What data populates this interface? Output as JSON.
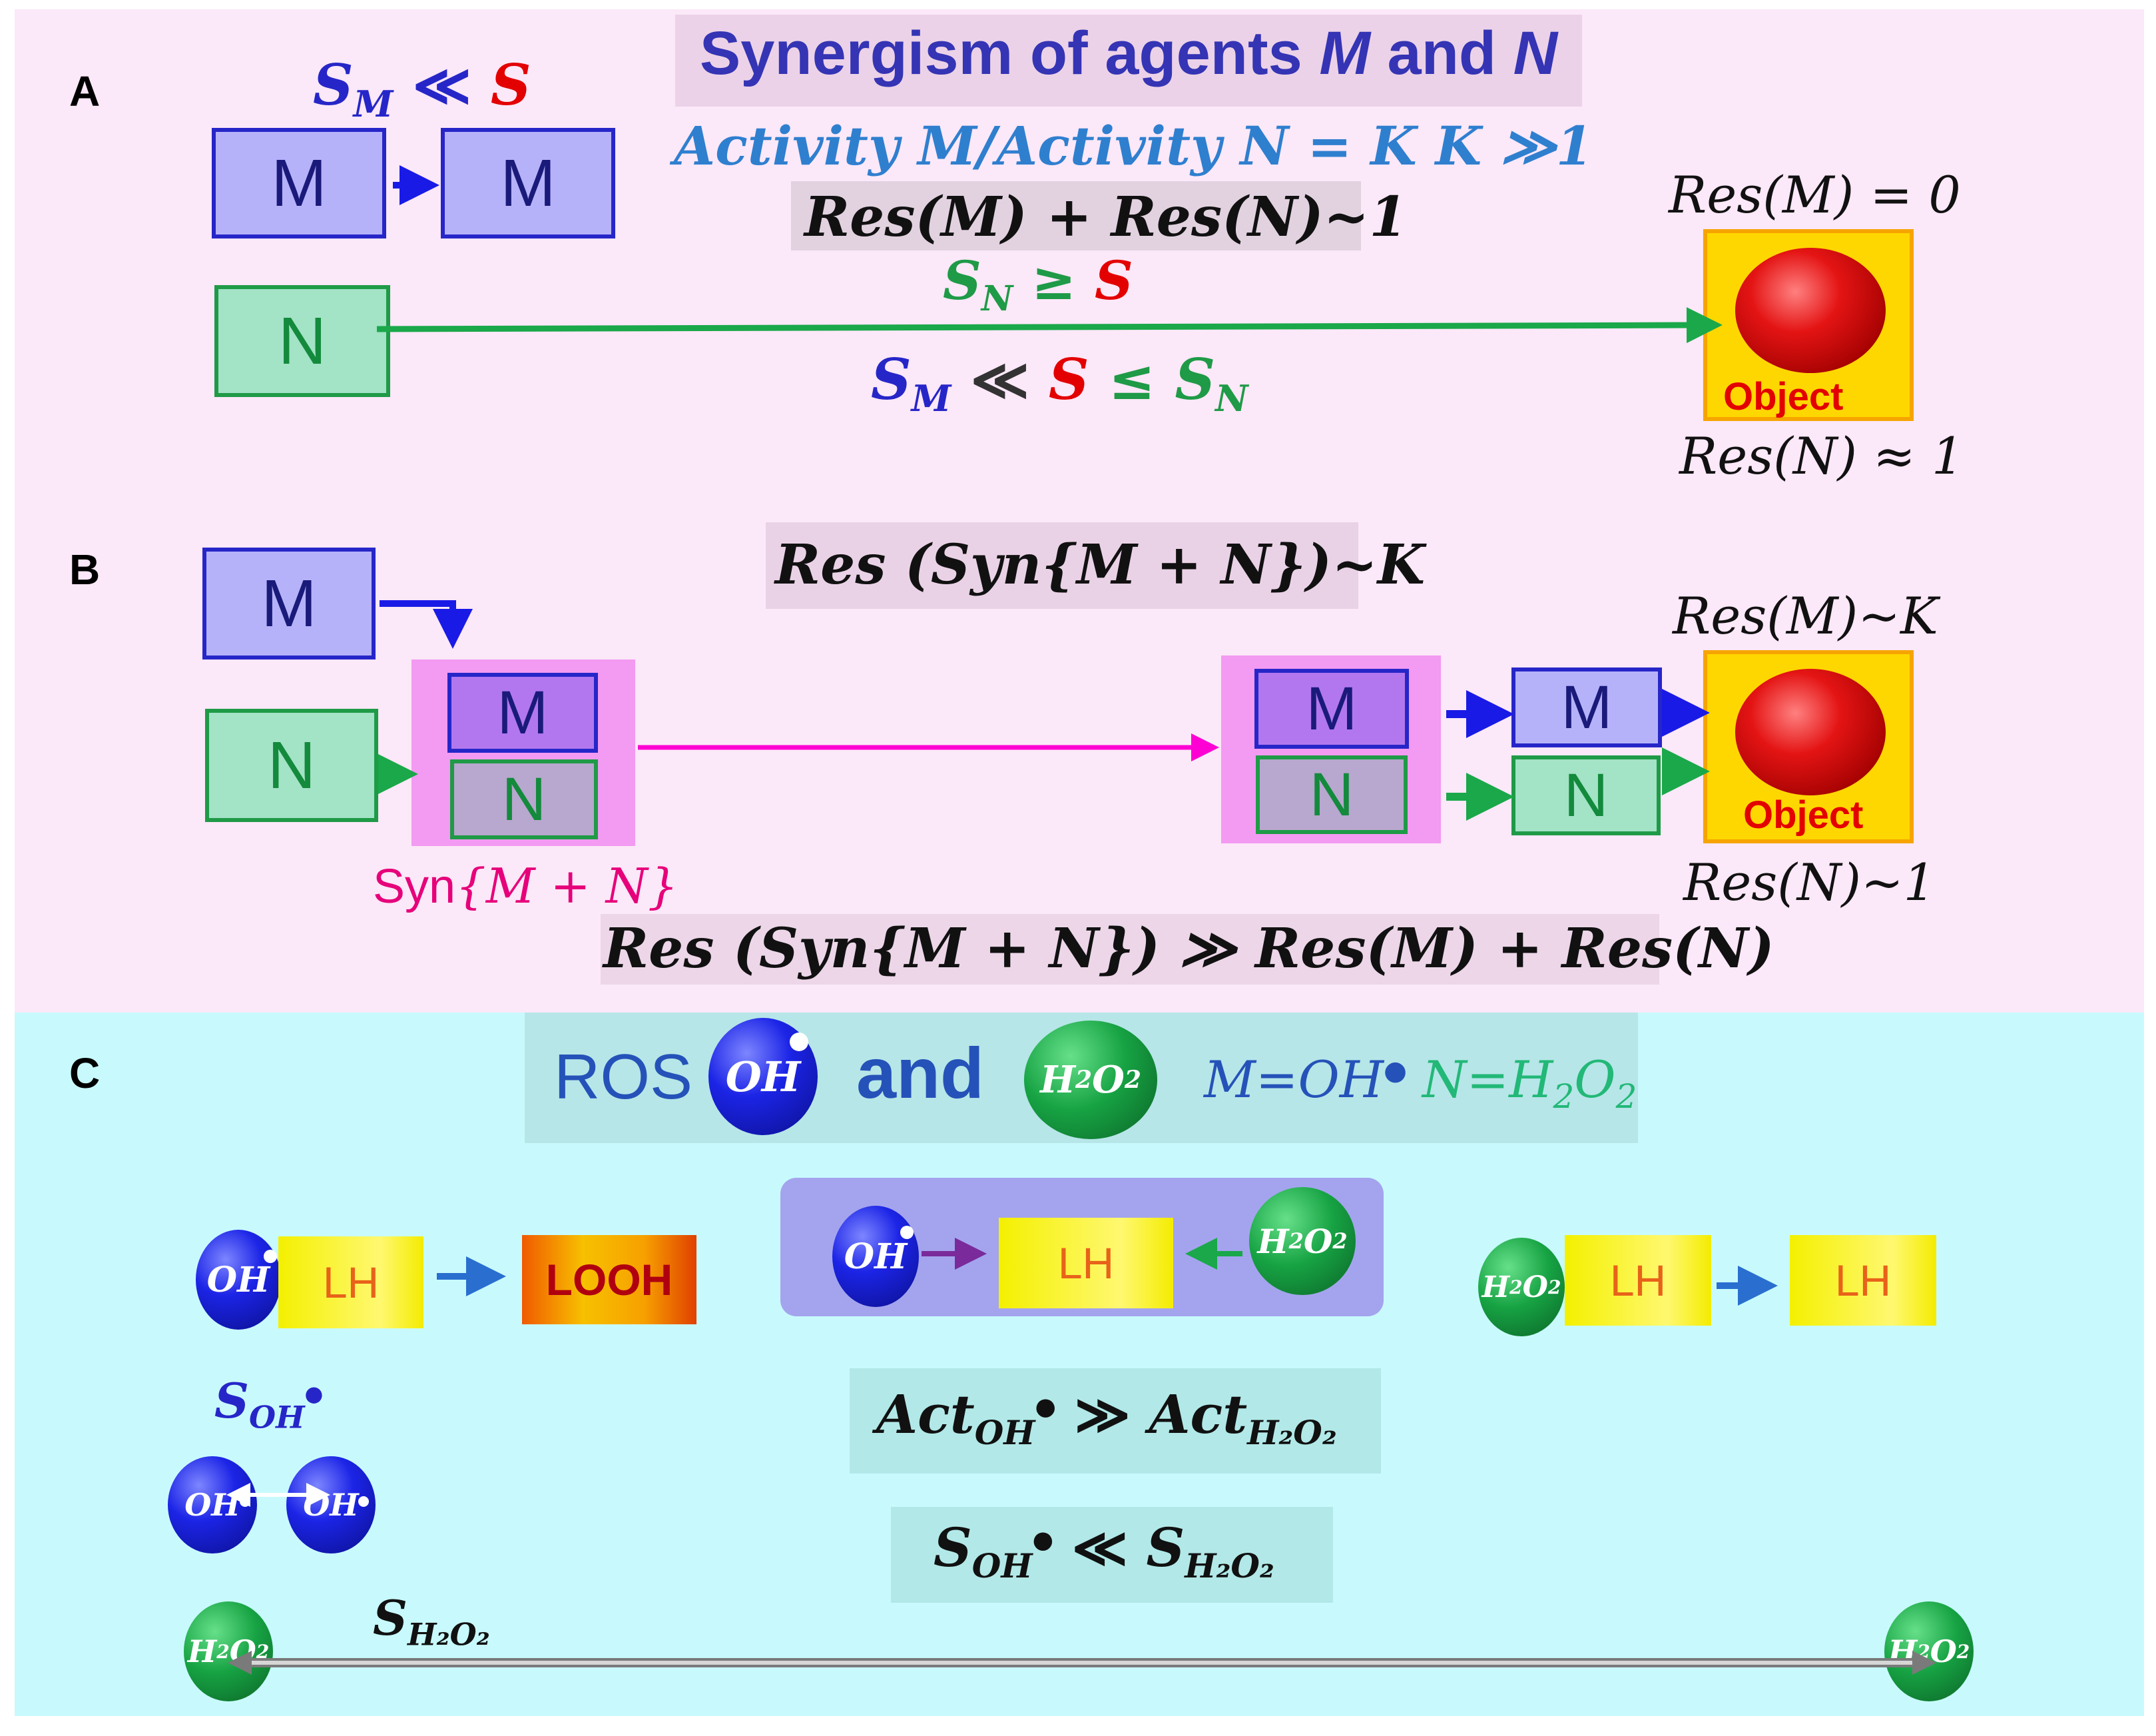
{
  "panel_a": {
    "label": "A",
    "title_pre": "Synergism of agents ",
    "title_m": "M",
    "title_and": " and ",
    "title_n": "N",
    "sm_ll_s_sm": "S",
    "sm_ll_s_sub": "M",
    "sm_ll_s_op": " ≪ ",
    "sm_ll_s_s": "S",
    "m_box_1": "M",
    "m_box_2": "M",
    "n_box": "N",
    "activity_ratio": "Activity M/Activity N = K  K  ≫1",
    "res_sum": "Res(M) + Res(N)~1",
    "sn_geq_s_sn": "S",
    "sn_geq_s_sub": "N",
    "sn_geq_s_op": " ≥ ",
    "sn_geq_s_s": "S",
    "chain_sm": "S",
    "chain_sm_sub": "M",
    "chain_op1": " ≪ ",
    "chain_s": "S",
    "chain_op2": " ≤ ",
    "chain_sn": "S",
    "chain_sn_sub": "N",
    "res_m_zero": "Res(M) = 0",
    "res_n_one": "Res(N) ≈ 1",
    "object_label": "Object"
  },
  "panel_b": {
    "label": "B",
    "res_syn_k": "Res (Syn{M + N})~K",
    "m_box": "M",
    "n_box": "N",
    "syn_m": "M",
    "syn_n": "N",
    "syn_label_pre": "Syn",
    "syn_label_math": "{M + N}",
    "syn_m_2": "M",
    "syn_n_2": "N",
    "m_box_2": "M",
    "n_box_2": "N",
    "res_m_k": "Res(M)~K",
    "res_n_1": "Res(N)~1",
    "object_label": "Object",
    "res_syn_gg": "Res (Syn{M + N}) ≫ Res(M) + Res(N)"
  },
  "panel_c": {
    "label": "C",
    "ros": "ROS",
    "and": "and",
    "m_eq": "M=OH",
    "n_eq_pre": "N=H",
    "n_eq_2": "2",
    "n_eq_o": "O",
    "n_eq_2b": "2",
    "oh_ball": "OH",
    "h2o2_ball_h": "H",
    "h2o2_ball_2": "2",
    "h2o2_ball_o": "O",
    "h2o2_ball_2b": "2",
    "lh_1": "LH",
    "looh": "LOOH",
    "lh_center": "LH",
    "lh_right_1": "LH",
    "lh_right_2": "LH",
    "s_oh_label": "S",
    "s_oh_sub": "OH",
    "act_left": "Act",
    "act_left_sub": "OH",
    "act_op": " ≫ ",
    "act_right": "Act",
    "act_right_sub": "H₂O₂",
    "s_cmp_left": "S",
    "s_cmp_left_sub": "OH",
    "s_cmp_op": " ≪ ",
    "s_cmp_right": "S",
    "s_cmp_right_sub": "H₂O₂",
    "s_h2o2": "S",
    "s_h2o2_sub": "H₂O₂"
  },
  "colors": {
    "panel_ab_bg": "#fbe8f8",
    "panel_c_bg": "#c8fafd",
    "m_blue": "#2626c8",
    "n_green": "#1f9a47",
    "s_red": "#e30000",
    "synergy_magenta": "#ff00d4",
    "title_blue": "#3434b4",
    "activity_blue": "#2f7fcf"
  }
}
